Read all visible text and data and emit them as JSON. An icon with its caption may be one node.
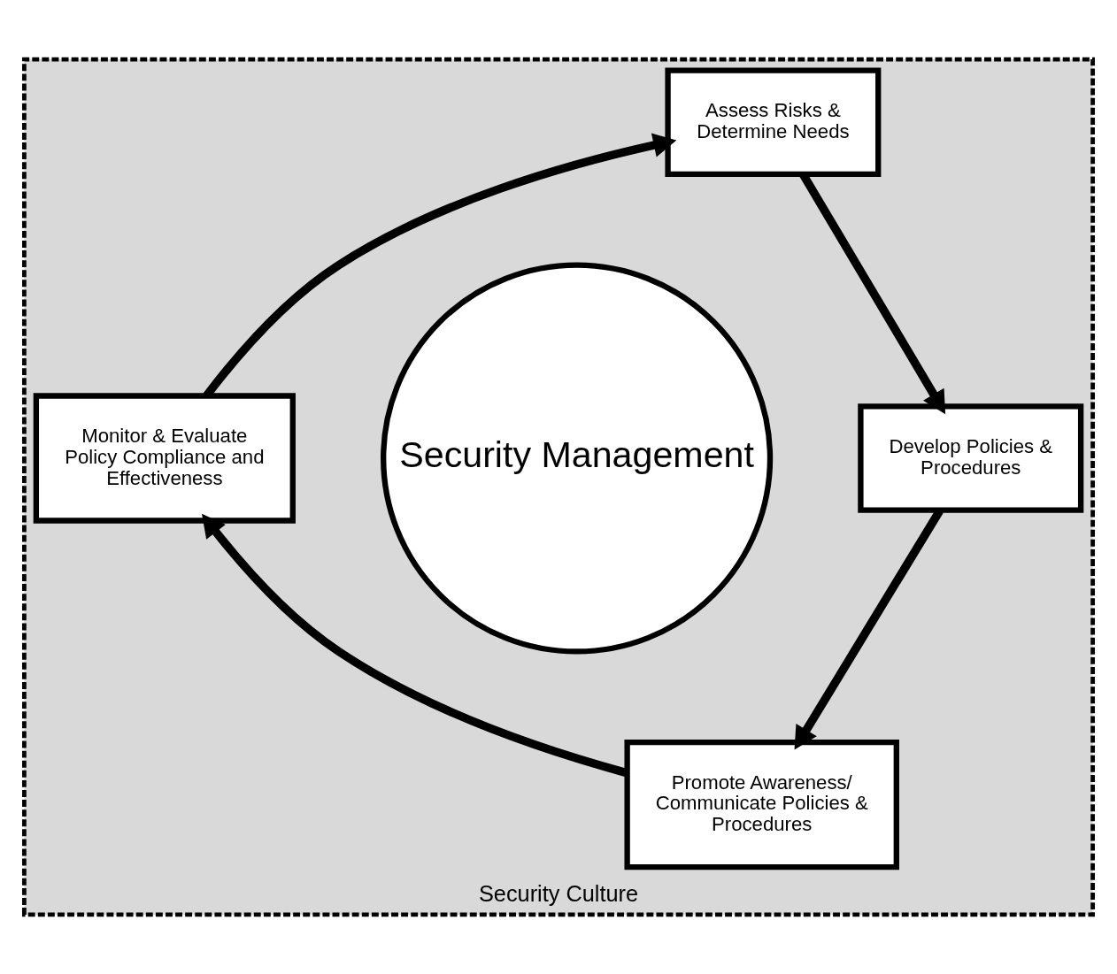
{
  "diagram": {
    "nodes": [
      {
        "text": [
          "Security Culture"
        ]
      },
      {
        "text": [
          "Assess Risks & Determine Needs"
        ],
        "in": 0
      },
      {
        "text": [
          "Monitor & Evaluate Policy Compliance and Effectiveness"
        ],
        "in": 0
      },
      {
        "text": [
          "Security Management"
        ],
        "in": 0
      },
      {
        "text": [
          "Develop Policies & Procedures"
        ],
        "in": 0
      },
      {
        "text": [
          "Promote Awareness/ Communicate Policies & Procedures"
        ],
        "in": 0
      }
    ],
    "edges": [
      {
        "from": 1,
        "to": 4,
        "arrow": "to"
      },
      {
        "from": 4,
        "to": 5,
        "arrow": "to"
      },
      {
        "from": 5,
        "to": 2,
        "arrow": "to"
      },
      {
        "from": 2,
        "to": 1,
        "arrow": "to"
      }
    ]
  }
}
